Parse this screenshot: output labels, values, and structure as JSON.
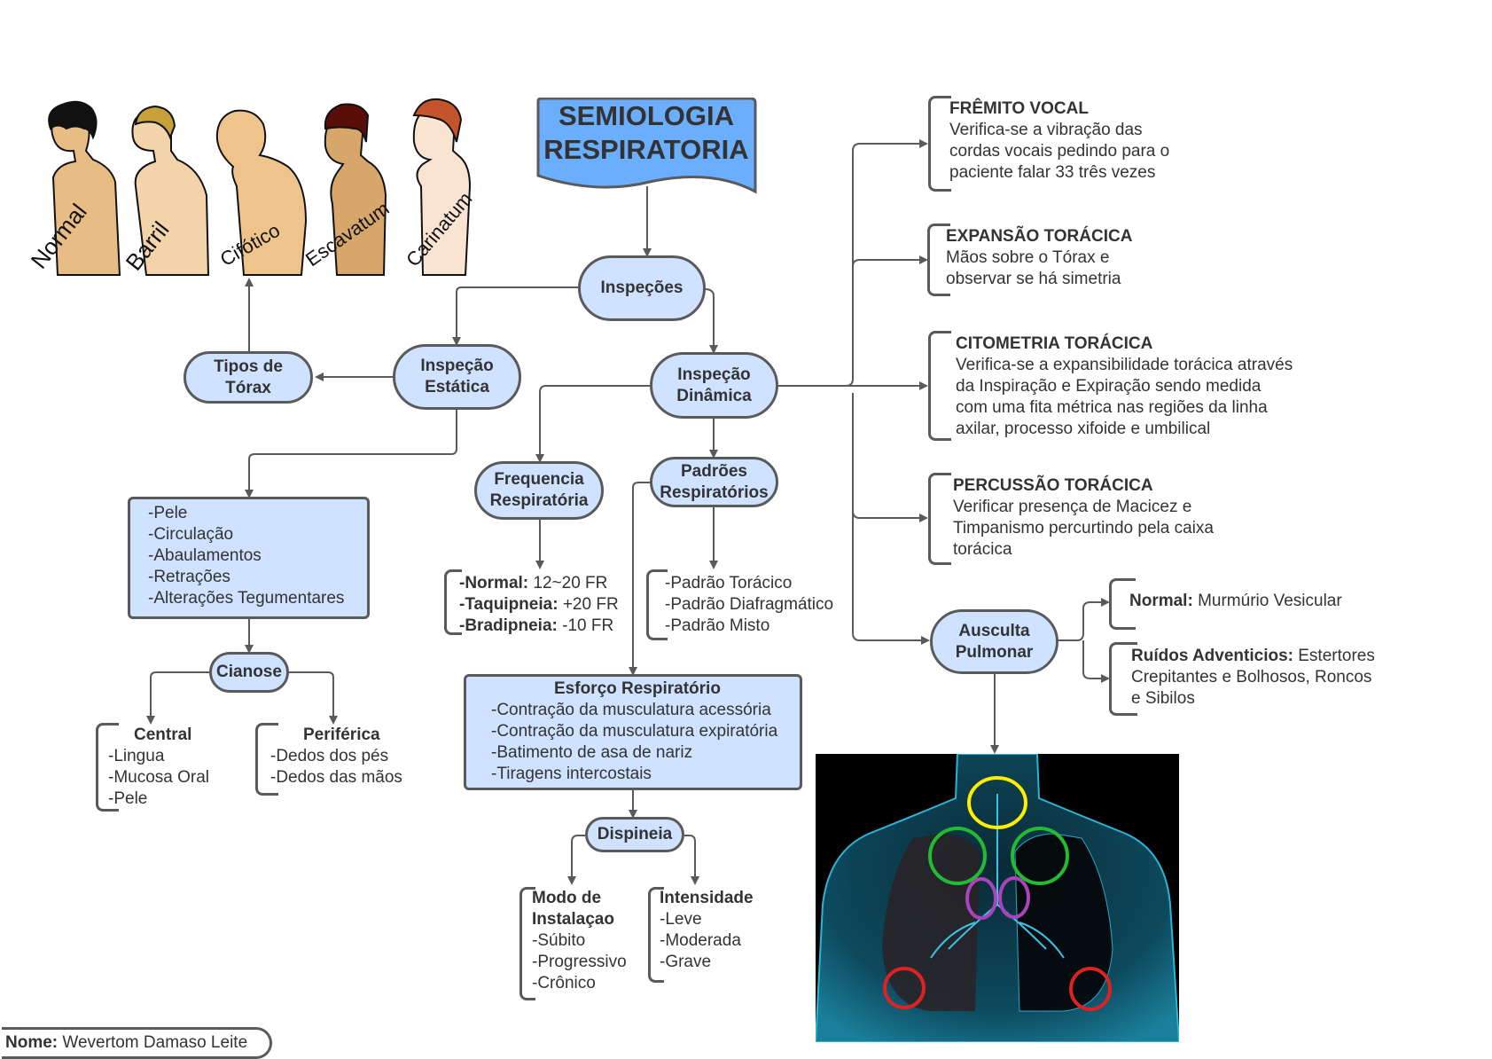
{
  "title": {
    "line1": "SEMIOLOGIA",
    "line2": "RESPIRATORIA",
    "fill_color": "#6aaefc"
  },
  "thorax_types": [
    "Normal",
    "Barril",
    "Cifótico",
    "Escavatum",
    "Carinatum"
  ],
  "nodes": {
    "inspecoes": "Inspeções",
    "inspecao_estatica": {
      "line1": "Inspeção",
      "line2": "Estática"
    },
    "inspecao_dinamica": {
      "line1": "Inspeção",
      "line2": "Dinâmica"
    },
    "tipos_torax": {
      "line1": "Tipos de",
      "line2": "Tórax"
    },
    "frequencia": {
      "line1": "Frequencia",
      "line2": "Respiratória"
    },
    "padroes": {
      "line1": "Padrões",
      "line2": "Respiratórios"
    },
    "cianose": "Cianose",
    "dispineia": "Dispineia",
    "ausculta": {
      "line1": "Ausculta",
      "line2": "Pulmonar"
    }
  },
  "estatica_items": [
    "-Pele",
    "-Circulação",
    "-Abaulamentos",
    "-Retrações",
    "-Alterações Tegumentares"
  ],
  "cianose": {
    "central": {
      "title": "Central",
      "items": [
        "-Lingua",
        "-Mucosa Oral",
        "-Pele"
      ]
    },
    "periferica": {
      "title": "Periférica",
      "items": [
        "-Dedos dos pés",
        "-Dedos das mãos"
      ]
    }
  },
  "frequencia_items": [
    {
      "label": "-Normal:",
      "value": " 12~20 FR"
    },
    {
      "label": "-Taquipneia:",
      "value": " +20 FR"
    },
    {
      "label": "-Bradipneia:",
      "value": " -10 FR"
    }
  ],
  "padroes_items": [
    "-Padrão Torácico",
    "-Padrão Diafragmático",
    "-Padrão Misto"
  ],
  "esforco": {
    "title": "Esforço Respiratório",
    "items": [
      "-Contração da musculatura acessória",
      "-Contração da musculatura expiratória",
      "-Batimento de asa de nariz",
      "-Tiragens intercostais"
    ]
  },
  "dispineia": {
    "modo": {
      "title1": "Modo de",
      "title2": "Instalaçao",
      "items": [
        "-Súbito",
        "-Progressivo",
        "-Crônico"
      ]
    },
    "intensidade": {
      "title": "Intensidade",
      "items": [
        "-Leve",
        "-Moderada",
        "-Grave"
      ]
    }
  },
  "dinamica_sections": [
    {
      "title": "FRÊMITO VOCAL",
      "lines": [
        "Verifica-se a vibração das",
        "cordas vocais pedindo para o",
        "paciente falar 33 três vezes"
      ]
    },
    {
      "title": "EXPANSÃO TORÁCICA",
      "lines": [
        "Mãos sobre o Tórax e",
        "observar se há simetria"
      ]
    },
    {
      "title": "CITOMETRIA TORÁCICA",
      "lines": [
        "Verifica-se a expansibilidade torácica através",
        "da Inspiração e Expiração sendo medida",
        "com uma fita métrica nas regiões da linha",
        "axilar, processo xifoide e umbilical"
      ]
    },
    {
      "title": "PERCUSSÃO TORÁCICA",
      "lines": [
        "Verificar presença de Macicez e",
        "Timpanismo percurtindo pela caixa",
        "torácica"
      ]
    }
  ],
  "ausculta_items": {
    "normal": {
      "label": "Normal:",
      "value": " Murmúrio Vesicular"
    },
    "ruidos": {
      "label": "Ruídos Adventicios:",
      "value": " Estertores",
      "lines": [
        "Crepitantes e Bolhosos, Roncos",
        "e Sibilos"
      ]
    }
  },
  "auscultation_markers": [
    {
      "color": "#ffee00",
      "region": "traqueal"
    },
    {
      "color": "#22bb33",
      "region": "apice-direito"
    },
    {
      "color": "#22bb33",
      "region": "apice-esquerdo"
    },
    {
      "color": "#aa44bb",
      "region": "bronquica-direita"
    },
    {
      "color": "#aa44bb",
      "region": "bronquica-esquerda"
    },
    {
      "color": "#dd2222",
      "region": "base-direita"
    },
    {
      "color": "#dd2222",
      "region": "base-esquerda"
    }
  ],
  "footer": {
    "label": "Nome:",
    "value": " Wevertom Damaso Leite"
  }
}
